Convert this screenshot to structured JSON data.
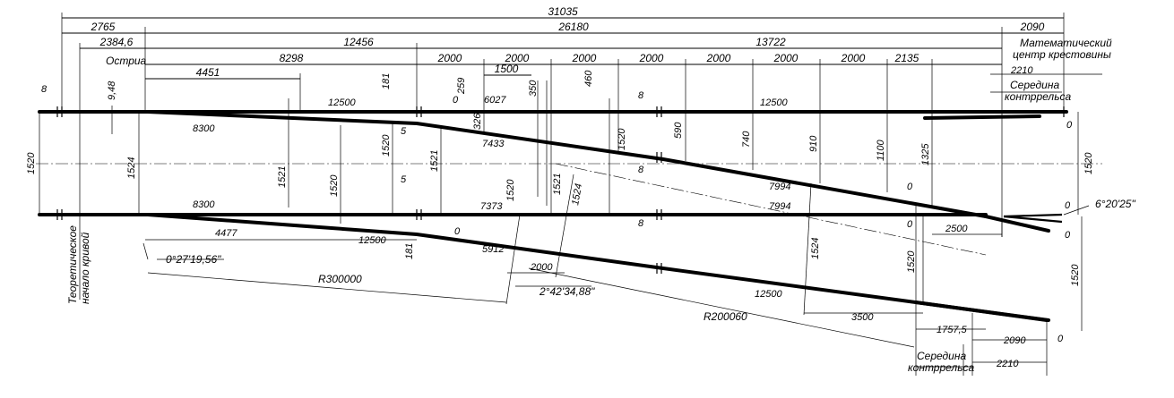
{
  "drawing": {
    "overall": {
      "total": "31035",
      "front": "2765",
      "body": "26180",
      "rear": "2090",
      "to_point": "2384,6",
      "seg1": "12456",
      "seg2": "13722",
      "seg3": "8298",
      "seg4": "4451"
    },
    "spacing_dims": [
      "2000",
      "2000",
      "1500",
      "2000",
      "2000",
      "2000",
      "2000",
      "2000",
      "2135"
    ],
    "labels": {
      "point": "Остриа",
      "math_center_line1": "Математический",
      "math_center_line2": "центр крестовины",
      "guard_mid_top_1": "Середина",
      "guard_mid_top_2": "контррельса",
      "guard_mid_bot_1": "Середина",
      "guard_mid_bot_2": "контррельса",
      "theo_start_1": "Теоретическое",
      "theo_start_2": "начало кривой"
    },
    "angles": {
      "switch": "0°27'19,56\"",
      "curve": "2°42'34,88\"",
      "frog": "6°20'25\""
    },
    "radii": {
      "r1": "R300000",
      "r2": "R200060"
    },
    "values": {
      "v8a": "8",
      "v9_48": "9,48",
      "v1524a": "1524",
      "v1520a": "1520",
      "v8300a": "8300",
      "v8300b": "8300",
      "v12500a": "12500",
      "v12500b": "12500",
      "v12500c": "12500",
      "v12500d": "12500",
      "v1521a": "1521",
      "v1520b": "1520",
      "v1520c": "1520",
      "v181a": "181",
      "v181b": "181",
      "v5a": "5",
      "v5b": "5",
      "v1521b": "1521",
      "v4477": "4477",
      "v0a": "0",
      "v0b": "0",
      "v259": "259",
      "v6027": "6027",
      "v350": "350",
      "v326": "326",
      "v7433": "7433",
      "v460": "460",
      "v1520d": "1520",
      "v1520e": "1520",
      "v1521c": "1521",
      "v1524b": "1524",
      "v7373": "7373",
      "v5912": "5912",
      "v2000": "2000",
      "v8b": "8",
      "v8c": "8",
      "v8d": "8",
      "v590": "590",
      "v740": "740",
      "v910": "910",
      "v1100": "1100",
      "v1325": "1325",
      "v2210a": "2210",
      "v0c": "0",
      "v0d": "0",
      "v0e": "0",
      "v1520f": "1520",
      "v7994a": "7994",
      "v7994b": "7994",
      "v0f": "0",
      "v0g": "0",
      "v2500": "2500",
      "v1524c": "1524",
      "v1520g": "1520",
      "v1520h": "1520",
      "v3500": "3500",
      "v1757": "1757,5",
      "v2090b": "2090",
      "v0h": "0",
      "v2210b": "2210"
    }
  }
}
